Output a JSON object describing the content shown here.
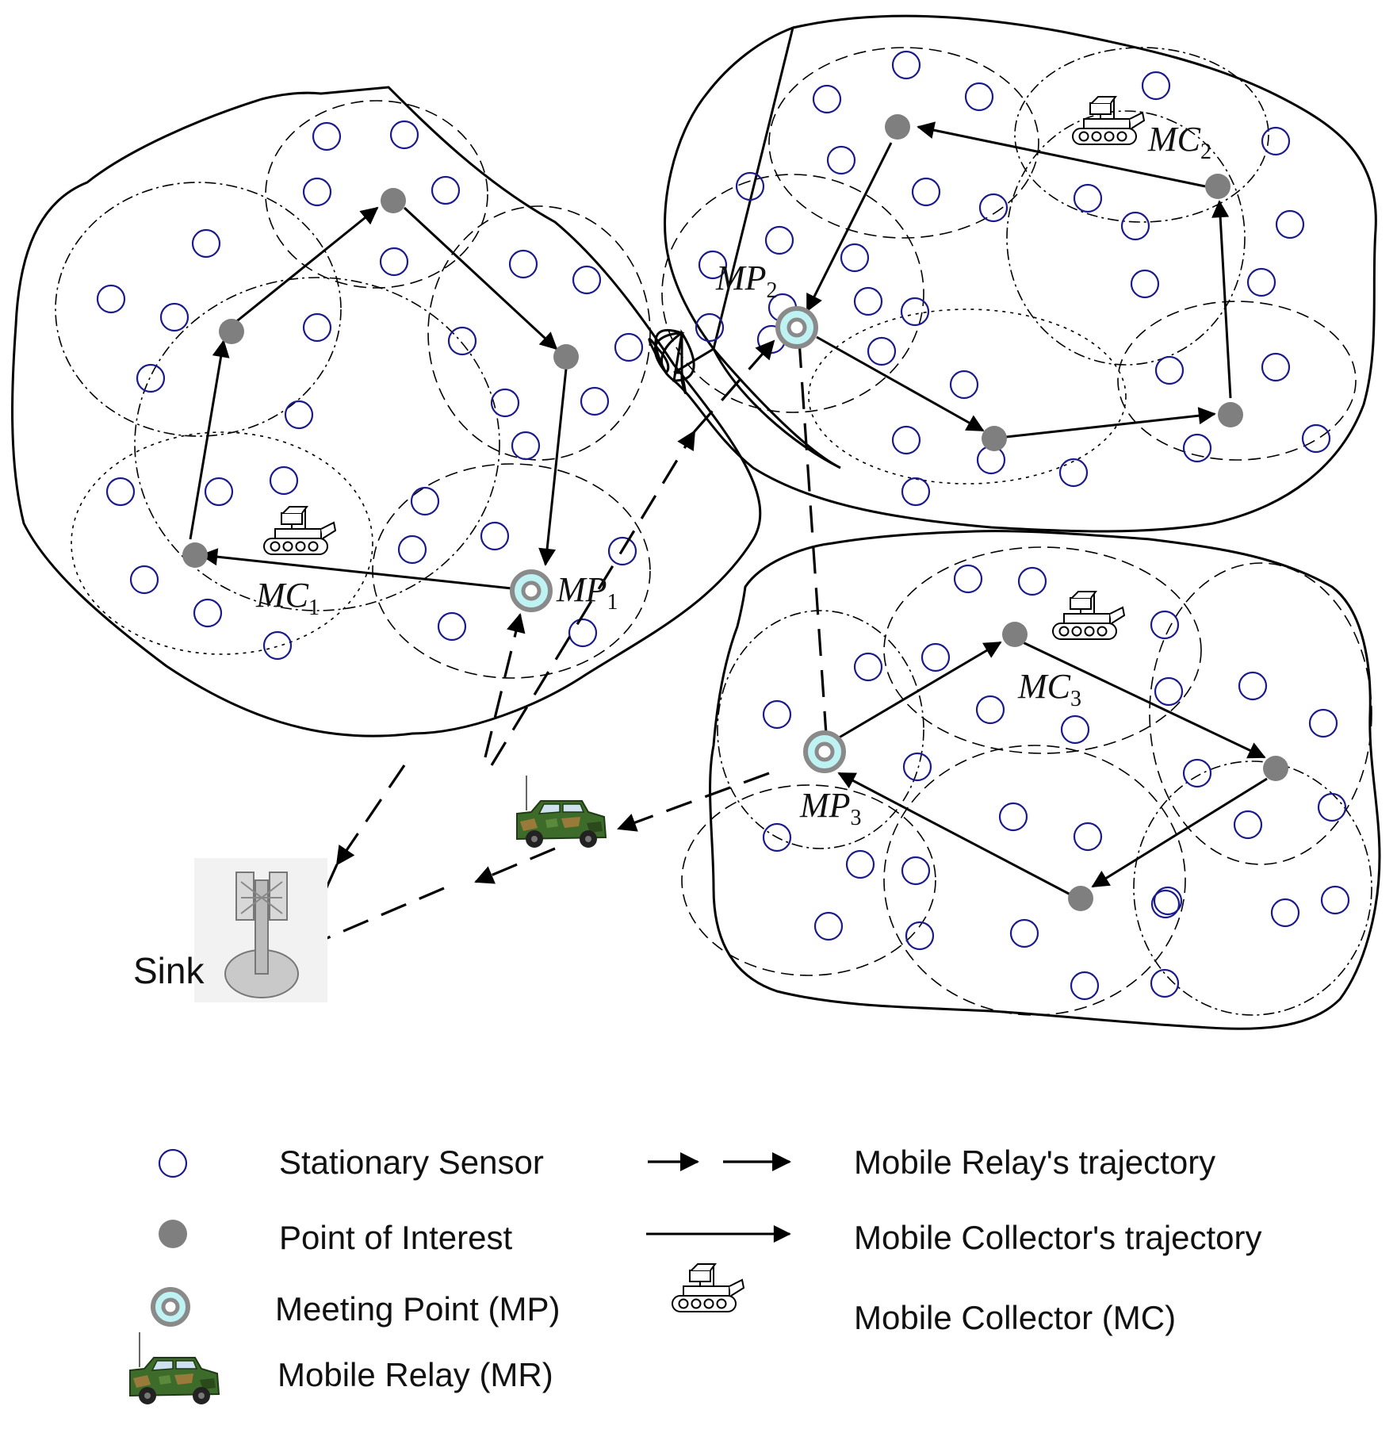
{
  "diagram": {
    "sink_label": "Sink",
    "clusters": [
      {
        "mc_label": "MC",
        "mc_sub": "1",
        "mp_label": "MP",
        "mp_sub": "1"
      },
      {
        "mc_label": "MC",
        "mc_sub": "2",
        "mp_label": "MP",
        "mp_sub": "2"
      },
      {
        "mc_label": "MC",
        "mc_sub": "3",
        "mp_label": "MP",
        "mp_sub": "3"
      }
    ]
  },
  "legend": {
    "stationary_sensor": "Stationary Sensor",
    "point_of_interest": "Point of Interest",
    "meeting_point": "Meeting Point (MP)",
    "mobile_relay": "Mobile Relay (MR)",
    "relay_trajectory": "Mobile Relay's trajectory",
    "collector_trajectory": "Mobile Collector's trajectory",
    "mobile_collector": "Mobile Collector (MC)"
  },
  "colors": {
    "sensor_stroke": "#1a1a8c",
    "poi_fill": "#7f7f7f",
    "mp_ring": "#8a8a8a",
    "mp_halo": "#bff3f3",
    "line": "#000000"
  }
}
